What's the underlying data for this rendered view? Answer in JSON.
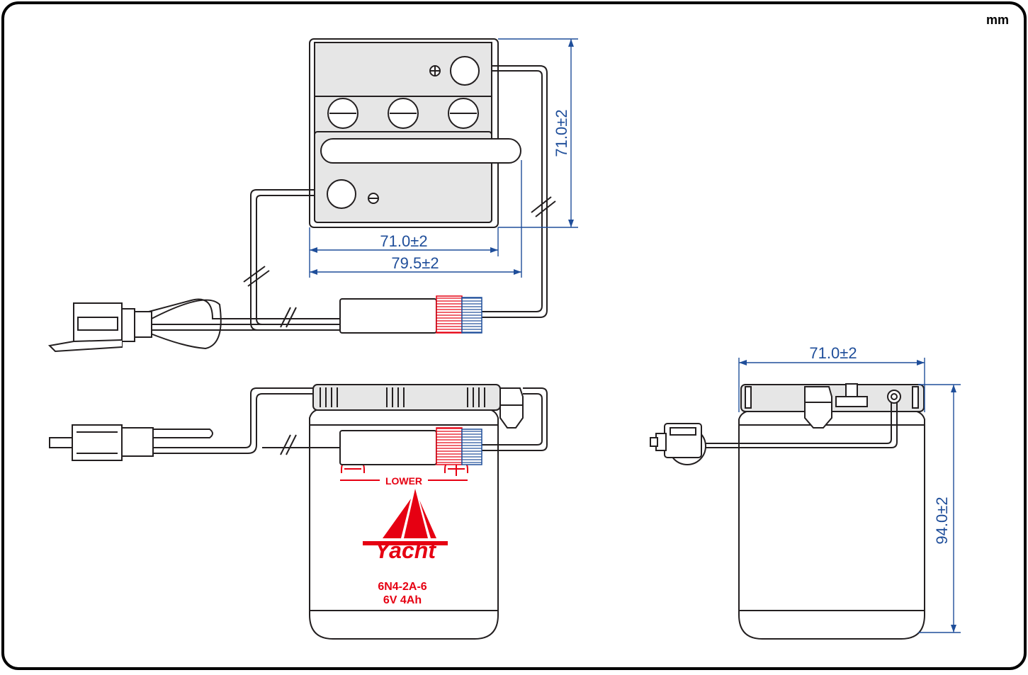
{
  "unit_label": "mm",
  "dimensions": {
    "top_height": "71.0±2",
    "top_width_inner": "71.0±2",
    "top_width_outer": "79.5±2",
    "side_width": "71.0±2",
    "side_height": "94.0±2"
  },
  "label": {
    "position_text": "LOWER",
    "brand": "Yacht",
    "model": "6N4-2A-6",
    "rating": "6V 4Ah"
  },
  "colors": {
    "dimension": "#1f4e9a",
    "line": "#231f20",
    "brand_red": "#e60012",
    "body_fill": "#e6e6e6"
  }
}
